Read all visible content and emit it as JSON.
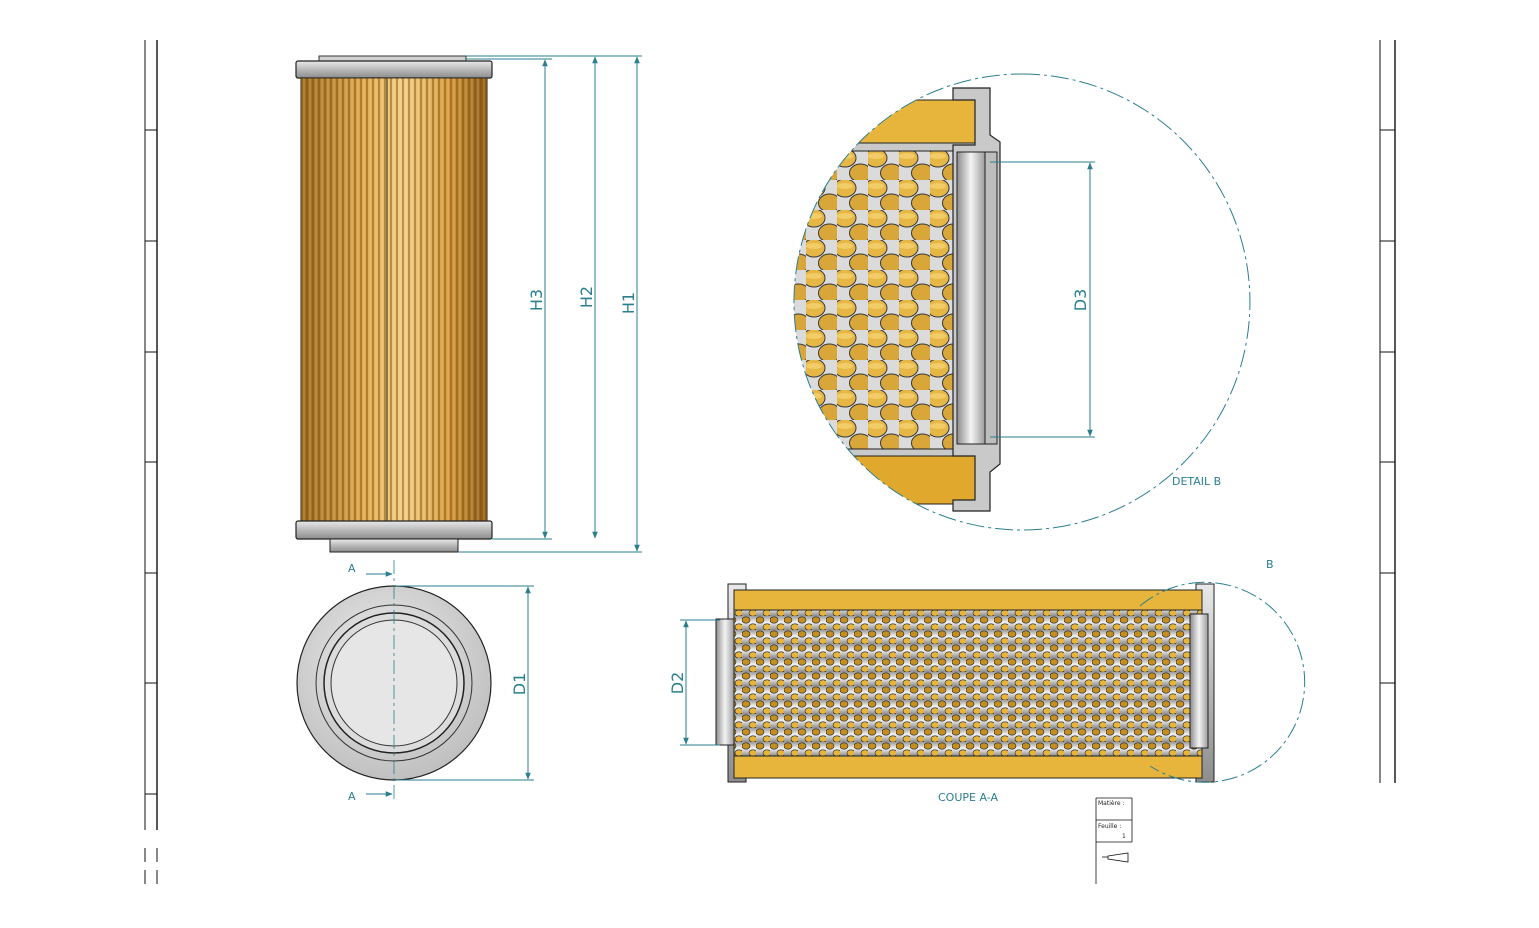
{
  "drawing": {
    "dimensions": {
      "h1": "H1",
      "h2": "H2",
      "h3": "H3",
      "d1": "D1",
      "d2": "D2",
      "d3": "D3"
    },
    "section_marks": {
      "top": "A",
      "bottom": "A"
    },
    "views": {
      "detail_title": "DETAIL B",
      "detail_callout": "B",
      "section_title": "COUPE A-A"
    },
    "title_block": {
      "field_material": "Matière :",
      "field_sheet": "Feuille :",
      "sheet_number": "1"
    },
    "colors": {
      "dimension": "#2a7f8f",
      "filter_media": "#d8a044",
      "endcap_steel": "#c8c8c8",
      "perforated_tube": "#d9d9d9",
      "section_fill": "#e8b53c"
    }
  }
}
